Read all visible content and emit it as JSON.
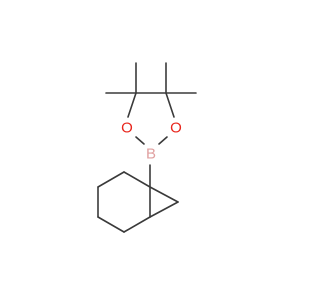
{
  "molecule": {
    "colors": {
      "bond": "#3a3a3a",
      "oxygen": "#e8251c",
      "boron": "#e0a0a0"
    },
    "atoms": [
      {
        "id": "O1",
        "element": "O",
        "label": "O"
      },
      {
        "id": "O2",
        "element": "O",
        "label": "O"
      },
      {
        "id": "B",
        "element": "B",
        "label": "B"
      }
    ]
  }
}
